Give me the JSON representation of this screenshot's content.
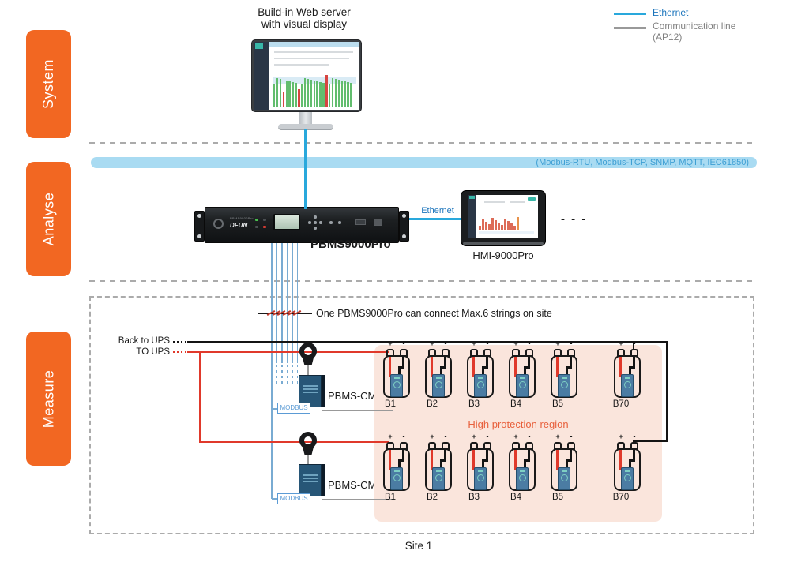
{
  "sections": [
    {
      "label": "System"
    },
    {
      "label": "Analyse"
    },
    {
      "label": "Measure"
    }
  ],
  "legend": {
    "ethernet": "Ethernet",
    "communication": "Communication line\n(AP12)"
  },
  "system": {
    "server_label": "Build-in Web server\nwith visual display"
  },
  "protocol_bar": {
    "text": "(Modbus-RTU, Modbus-TCP, SNMP, MQTT, IEC61850)"
  },
  "analyse": {
    "gateway_label": "PBMS9000Pro",
    "gateway_brand": "DFUN",
    "gateway_panel_model": "PBMS9000Pro",
    "ethernet_link_label": "Ethernet",
    "hmi_label": "HMI-9000Pro",
    "more_indicator": "- - -"
  },
  "measure": {
    "note": "One PBMS9000Pro can connect Max.6 strings on site",
    "back_to_ups": "Back to UPS",
    "to_ups": "TO UPS",
    "high_protection": "High protection region",
    "cm_label": "PBMS-CM",
    "modbus_label": "MODBUS",
    "plus": "+",
    "minus": "-",
    "strings": [
      {
        "batteries": [
          "B1",
          "B2",
          "B3",
          "B4",
          "B5",
          "B70"
        ]
      },
      {
        "batteries": [
          "B1",
          "B2",
          "B3",
          "B4",
          "B5",
          "B70"
        ]
      }
    ],
    "site_label": "Site 1"
  },
  "screen_decor": {
    "monitor_bars": {
      "count": 26,
      "red_indices": [
        3,
        8,
        17
      ]
    },
    "hmi_bars": {
      "count": 13
    }
  },
  "colors": {
    "ethernet": "#29A8DC",
    "comm_line": "#999999",
    "section": "#F26722",
    "protocol_bar_bg": "#A9DBF2",
    "protocol_text": "#3E9FD4",
    "wire_red": "#E0392B",
    "wire_black": "#141414",
    "blue_thin": "#79ABD2",
    "pink": "#FAE5DC",
    "protection_text": "#E8603C",
    "modbus_blue": "#5B9BD5",
    "bar_green": "#62BD6E",
    "bar_red": "#D64541"
  }
}
